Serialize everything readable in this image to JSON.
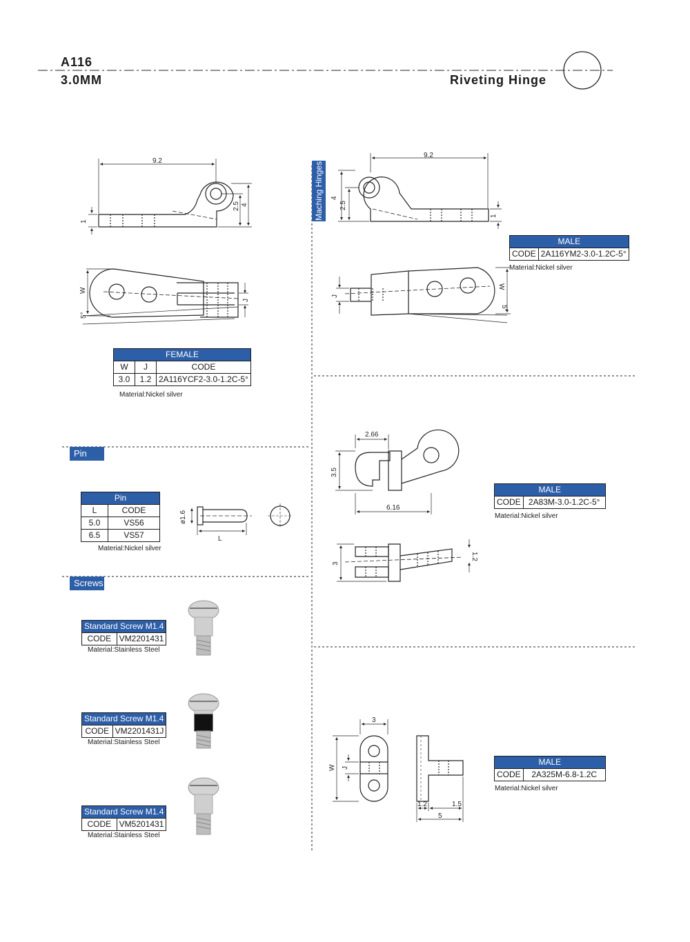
{
  "header": {
    "code": "A116",
    "size": "3.0MM",
    "title": "Riveting Hinge"
  },
  "female": {
    "title": "FEMALE",
    "columns": [
      "W",
      "J",
      "CODE"
    ],
    "row": [
      "3.0",
      "1.2",
      "2A116YCF2-3.0-1.2C-5°"
    ],
    "material": "Material:Nickel silver",
    "dims": {
      "length": "9.2",
      "h1": "1",
      "h2": "2.5",
      "h3": "4",
      "w": "W",
      "j": "J",
      "angle": "5°"
    }
  },
  "matching_tag": "Maching Hinges",
  "male1": {
    "title": "MALE",
    "code_label": "CODE",
    "code": "2A116YM2-3.0-1.2C-5°",
    "material": "Material:Nickel silver",
    "dims": {
      "length": "9.2",
      "h1": "4",
      "h2": "2.5",
      "h3": "1",
      "w": "W",
      "j": "J",
      "angle": "5°"
    }
  },
  "pin": {
    "tag": "Pin",
    "title": "Pin",
    "columns": [
      "L",
      "CODE"
    ],
    "rows": [
      [
        "5.0",
        "VS56"
      ],
      [
        "6.5",
        "VS57"
      ]
    ],
    "material": "Material:Nickel silver",
    "dims": {
      "dia": "ø1.6",
      "l": "L"
    }
  },
  "male2": {
    "title": "MALE",
    "code_label": "CODE",
    "code": "2A83M-3.0-1.2C-5°",
    "material": "Material:Nickel silver",
    "dims": {
      "top": "2.66",
      "h": "3.5",
      "bottom": "6.16",
      "side": "3",
      "t": "1.2"
    }
  },
  "screws": {
    "tag": "Screws",
    "items": [
      {
        "title": "Standard Screw M1.4",
        "code_label": "CODE",
        "code": "VM2201431",
        "material": "Material:Stainless Steel"
      },
      {
        "title": "Standard Screw M1.4",
        "code_label": "CODE",
        "code": "VM2201431J",
        "material": "Material:Stainless Steel"
      },
      {
        "title": "Standard Screw M1.4",
        "code_label": "CODE",
        "code": "VM5201431",
        "material": "Material:Stainless Steel"
      }
    ]
  },
  "male3": {
    "title": "MALE",
    "code_label": "CODE",
    "code": "2A325M-6.8-1.2C",
    "material": "Material:Nickel silver",
    "dims": {
      "top": "3",
      "w": "W",
      "j": "J",
      "a": "1.2",
      "b": "1.5",
      "c": "5"
    }
  }
}
